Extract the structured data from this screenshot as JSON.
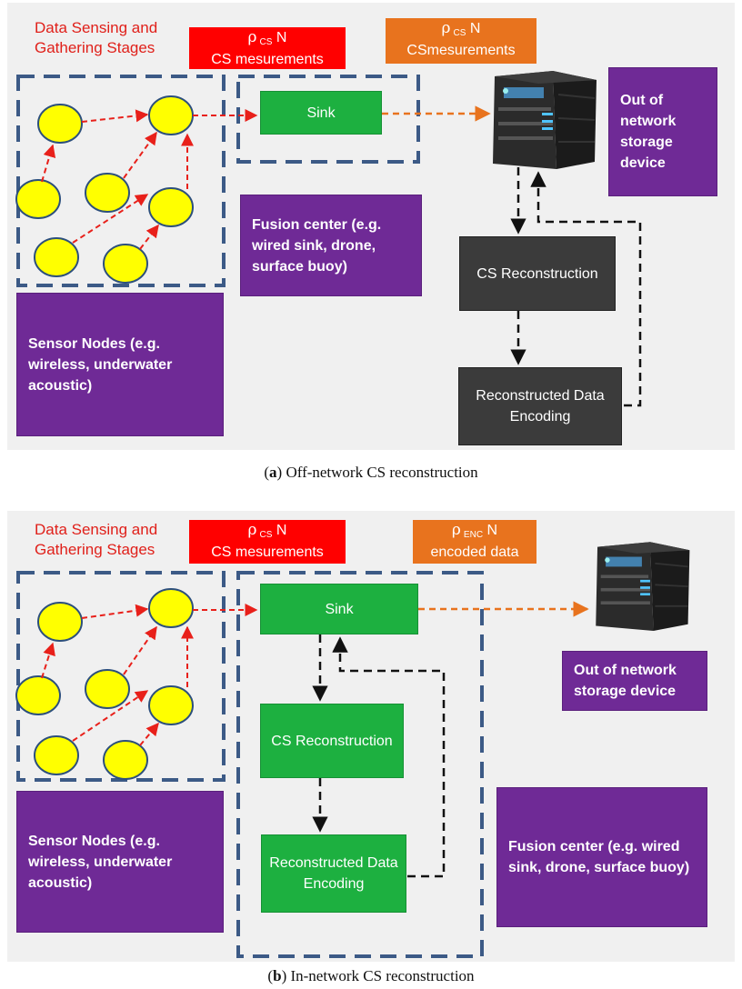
{
  "panel_a": {
    "stages_title_line1": "Data Sensing and",
    "stages_title_line2": "Gathering Stages",
    "tag_red": {
      "symbol": "ρ",
      "subscript": "CS",
      "suffix": "N",
      "text": "CS mesurements"
    },
    "tag_orange": {
      "symbol": "ρ",
      "subscript": "CS",
      "suffix": "N",
      "text": "CSmesurements"
    },
    "sink_label": "Sink",
    "storage_label": "Out of network storage device",
    "fusion_label": "Fusion center (e.g. wired sink, drone, surface buoy)",
    "sensor_label": "Sensor Nodes (e.g. wireless, underwater acoustic)",
    "cs_recon_label": "CS Reconstruction",
    "encoding_label": "Reconstructed Data Encoding",
    "caption_letter": "a",
    "caption_text": "Off-network CS reconstruction"
  },
  "panel_b": {
    "stages_title_line1": "Data Sensing and",
    "stages_title_line2": "Gathering Stages",
    "tag_red": {
      "symbol": "ρ",
      "subscript": "CS",
      "suffix": "N",
      "text": "CS mesurements"
    },
    "tag_orange": {
      "symbol": "ρ",
      "subscript": "ENC",
      "suffix": "N",
      "text": "encoded data"
    },
    "sink_label": "Sink",
    "storage_label": "Out of network storage device",
    "cs_recon_label": "CS Reconstruction",
    "encoding_label": "Reconstructed Data Encoding",
    "sensor_label": "Sensor Nodes (e.g. wireless, underwater acoustic)",
    "fusion_label": "Fusion center (e.g. wired sink, drone, surface buoy)",
    "caption_letter": "b",
    "caption_text": "In-network CS reconstruction"
  },
  "colors": {
    "red_tag": "#ff0000",
    "orange_tag": "#e8731e",
    "purple_box": "#6f2a96",
    "green_box": "#1db040",
    "dark_box": "#3b3b3b",
    "node_fill": "#ffff00",
    "dashed_border": "#3c5a86"
  }
}
